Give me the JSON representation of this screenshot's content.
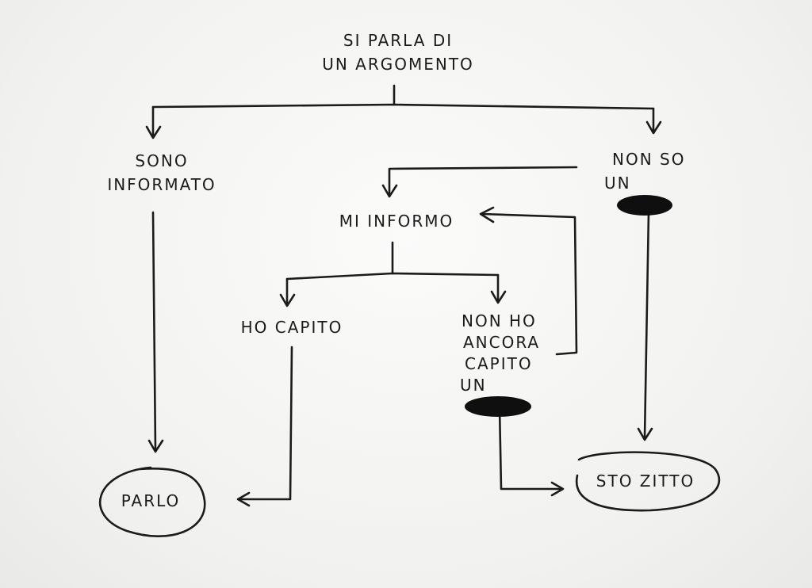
{
  "nodes": {
    "start": {
      "lines": [
        "SI PARLA DI",
        "UN ARGOMENTO"
      ]
    },
    "informed": {
      "lines": [
        "SONO",
        "INFORMATO"
      ]
    },
    "not_know": {
      "line1": "NON SO",
      "line2_prefix": "UN"
    },
    "inform_self": {
      "text": "MI INFORMO"
    },
    "understood": {
      "text": "HO CAPITO"
    },
    "not_understood": {
      "lines": [
        "NON HO",
        "ANCORA",
        "CAPITO"
      ],
      "last_prefix": "UN"
    },
    "speak": {
      "text": "PARLO"
    },
    "silent": {
      "text": "STO ZITTO"
    }
  },
  "colors": {
    "ink": "#1b1b1b",
    "paper": "#f3f3f1",
    "redaction": "#0f0f0f"
  }
}
